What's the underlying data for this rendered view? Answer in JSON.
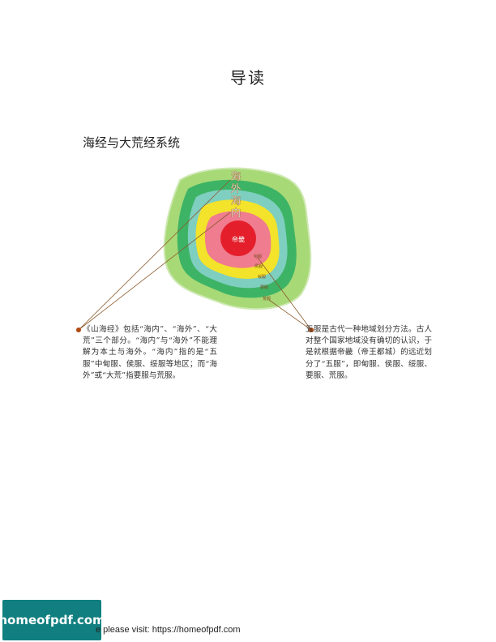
{
  "page": {
    "title": "导读",
    "section_title": "海经与大荒经系统"
  },
  "diagram": {
    "label_haiwai": "海外",
    "label_hainei": "海内",
    "label_center": "帝畿",
    "ring_labels": [
      "甸服",
      "侯服",
      "绥服",
      "要服",
      "荒服"
    ],
    "colors": {
      "outer_green": "#a8d977",
      "dark_green": "#3db465",
      "teal": "#7fcfc0",
      "yellow": "#f3e32a",
      "pink": "#f07c8f",
      "red": "#e41f2b",
      "leader_line": "#8b5a2b"
    }
  },
  "notes": {
    "left": "《山海经》包括“海内”、“海外”、“大荒”三个部分。“海内”与“海外”不能理解为本土与海外。“海内”指的是“五服”中甸服、侯服、绥服等地区；而“海外”或“大荒”指要服与荒服。",
    "right": "五服是古代一种地域划分方法。古人对整个国家地域没有确切的认识，于是就根据帝畿（帝王都城）的远近划分了“五服”，即甸服、侯服、绥服、要服、荒服。"
  },
  "footer": {
    "badge": "homeofpdf.com",
    "text": "e please visit: https://homeofpdf.com"
  }
}
